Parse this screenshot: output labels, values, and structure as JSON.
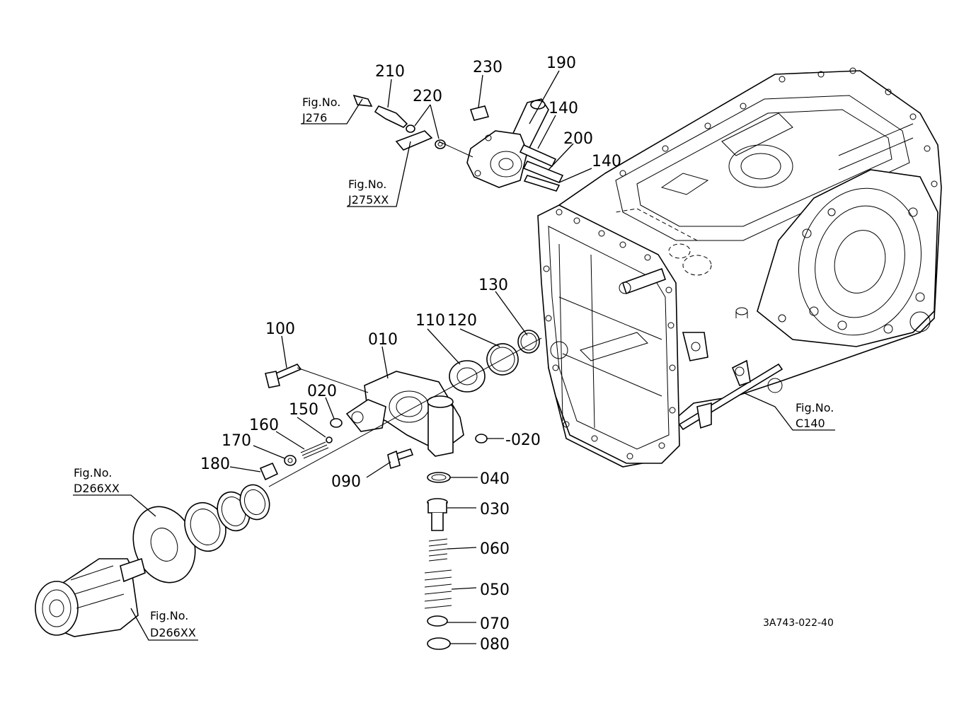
{
  "diagram_code": "3A743-022-40",
  "part_labels": {
    "p210": "210",
    "p230": "230",
    "p190": "190",
    "p220": "220",
    "p140a": "140",
    "p200": "200",
    "p140b": "140",
    "p130": "130",
    "p120": "120",
    "p110": "110",
    "p100": "100",
    "p010": "010",
    "p020a": "020",
    "p020b": "-020",
    "p150": "150",
    "p160": "160",
    "p170": "170",
    "p180": "180",
    "p090": "090",
    "p040": "040",
    "p030": "030",
    "p060": "060",
    "p050": "050",
    "p070": "070",
    "p080": "080"
  },
  "figure_refs": {
    "j276": {
      "line1": "Fig.No.",
      "line2": "J276"
    },
    "j275xx": {
      "line1": "Fig.No.",
      "line2": "J275XX"
    },
    "c140": {
      "line1": "Fig.No.",
      "line2": "C140"
    },
    "d266a": {
      "line1": "Fig.No.",
      "line2": "D266XX"
    },
    "d266b": {
      "line1": "Fig.No.",
      "line2": "D266XX"
    }
  }
}
